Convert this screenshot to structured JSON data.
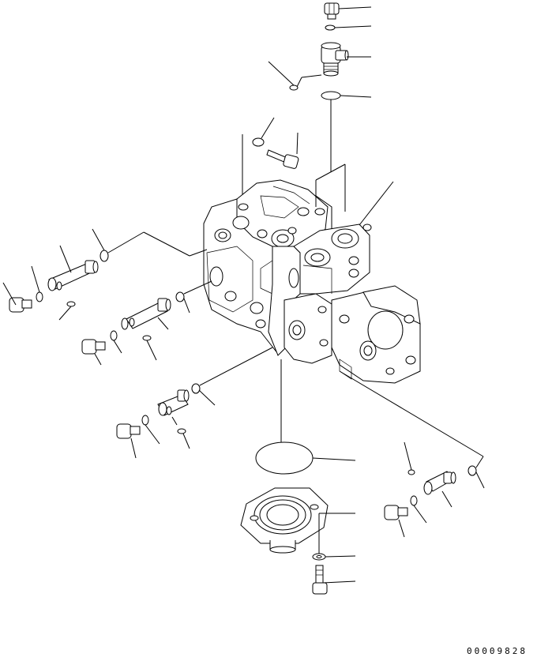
{
  "drawing": {
    "number": "00009828"
  },
  "parts": [
    {
      "name": "bolt-top"
    },
    {
      "name": "washer-top"
    },
    {
      "name": "elbow-fitting-top"
    },
    {
      "name": "o-ring-top-small"
    },
    {
      "name": "o-ring-top-large"
    },
    {
      "name": "o-ring-upper-left"
    },
    {
      "name": "bolt-upper"
    },
    {
      "name": "pump-assembly"
    },
    {
      "name": "left-fitting-1"
    },
    {
      "name": "left-fitting-2"
    },
    {
      "name": "left-fitting-3"
    },
    {
      "name": "o-ring-bottom-large"
    },
    {
      "name": "flange-cover"
    },
    {
      "name": "washer-bottom"
    },
    {
      "name": "bolt-bottom"
    },
    {
      "name": "right-fitting"
    }
  ]
}
